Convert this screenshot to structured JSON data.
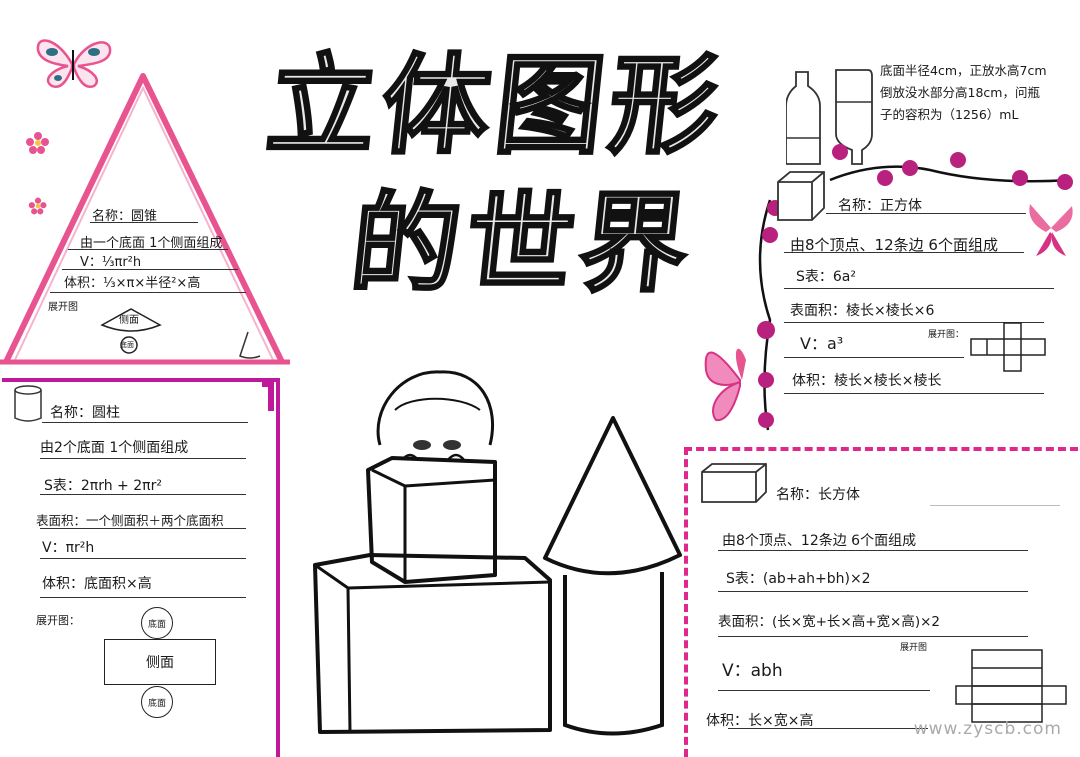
{
  "title": {
    "line1": "立体图形",
    "line2": "的世界"
  },
  "cone": {
    "name": "名称：圆锥",
    "composition": "由一个底面 1个侧面组成",
    "volume_formula": "V：⅓πr²h",
    "volume_words": "体积：⅓×π×半径²×高",
    "net_label": "展开图",
    "net_side": "侧面",
    "net_base": "底面"
  },
  "cylinder": {
    "name": "名称：圆柱",
    "composition": "由2个底面 1个侧面组成",
    "surface_formula": "S表：2πrh + 2πr²",
    "surface_words": "表面积：一个侧面积＋两个底面积",
    "volume_formula": "V：πr²h",
    "volume_words": "体积：底面积×高",
    "net_label": "展开图：",
    "net_top": "底面",
    "net_side": "侧面",
    "net_bottom": "底面"
  },
  "problem": {
    "line1": "底面半径4cm，正放水高7cm",
    "line2": "倒放没水部分高18cm，问瓶",
    "line3": "子的容积为（1256）mL"
  },
  "cube": {
    "name": "名称：正方体",
    "composition": "由8个顶点、12条边 6个面组成",
    "surface_formula": "S表：6a²",
    "surface_words": "表面积：棱长×棱长×6",
    "volume_formula": "V：a³",
    "net_label": "展开图：",
    "volume_words": "体积：棱长×棱长×棱长"
  },
  "cuboid": {
    "name": "名称：长方体",
    "composition": "由8个顶点、12条边 6个面组成",
    "surface_formula": "S表：(ab+ah+bh)×2",
    "surface_words": "表面积：(长×宽+长×高+宽×高)×2",
    "net_label": "展开图",
    "volume_formula": "V：abh",
    "volume_words": "体积：长×宽×高"
  },
  "watermark": "www.zyscb.com",
  "colors": {
    "pink": "#e8548f",
    "magenta": "#c0189a",
    "rose": "#b8227e",
    "ink": "#1a1a1a"
  }
}
